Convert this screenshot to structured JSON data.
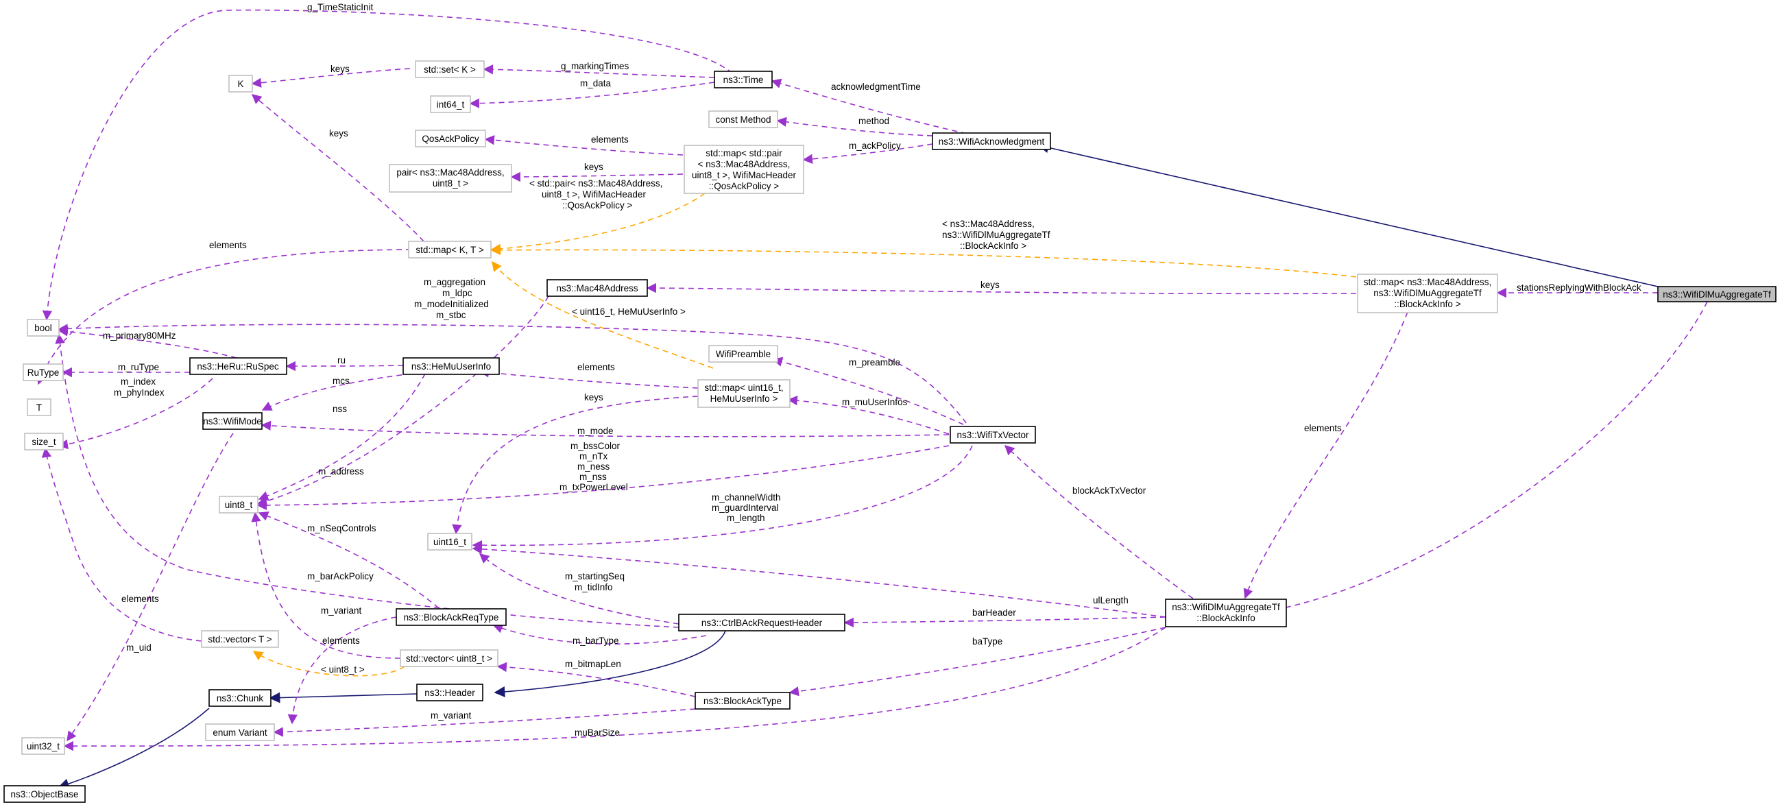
{
  "colors": {
    "usage_edge": "#9a32cd",
    "template_edge": "#ffa500",
    "inherit_edge": "#191970",
    "node_border": "#000000",
    "external_border": "#bfbfbf",
    "highlight_fill": "#bfbfbf"
  },
  "nodes": {
    "wifi_dl_mu_aggregate_tf": "ns3::WifiDlMuAggregateTf",
    "wifi_acknowledgment": "ns3::WifiAcknowledgment",
    "time": "ns3::Time",
    "set_k": "std::set< K >",
    "k": "K",
    "int64": "int64_t",
    "const_method": "const Method",
    "qos_ack_policy": "QosAckPolicy",
    "pair_mac48": [
      "pair< ns3::Mac48Address,",
      "uint8_t >"
    ],
    "map_pair": [
      "std::map< std::pair",
      "< ns3::Mac48Address,",
      "uint8_t >, WifiMacHeader",
      "::QosAckPolicy >"
    ],
    "map_kt": "std::map< K, T >",
    "mac48": "ns3::Mac48Address",
    "map_blockackinfo": [
      "std::map< ns3::Mac48Address,",
      "ns3::WifiDlMuAggregateTf",
      "::BlockAckInfo >"
    ],
    "bool": "bool",
    "rutype": "RuType",
    "t": "T",
    "size_t": "size_t",
    "ruspec": "ns3::HeRu::RuSpec",
    "hemuuserinfo": "ns3::HeMuUserInfo",
    "wifimode": "ns3::WifiMode",
    "wifipreamble": "WifiPreamble",
    "map_uint16": [
      "std::map< uint16_t,",
      "HeMuUserInfo >"
    ],
    "wifitxvector": "ns3::WifiTxVector",
    "uint8": "uint8_t",
    "uint16": "uint16_t",
    "blockackinfo": [
      "ns3::WifiDlMuAggregateTf",
      "::BlockAckInfo"
    ],
    "blockackreqtype": "ns3::BlockAckReqType",
    "ctrlbackrequestheader": "ns3::CtrlBAckRequestHeader",
    "vector_t": "std::vector< T >",
    "vector_uint8": "std::vector< uint8_t >",
    "chunk": "ns3::Chunk",
    "header": "ns3::Header",
    "blockacktype": "ns3::BlockAckType",
    "enum_variant": "enum Variant",
    "uint32": "uint32_t",
    "objectbase": "ns3::ObjectBase"
  },
  "edge_labels": {
    "g_timestaticinit": "g_TimeStaticInit",
    "keys_set": "keys",
    "g_markingtimes": "g_markingTimes",
    "m_data": "m_data",
    "acknowledgmenttime": "acknowledgmentTime",
    "method": "method",
    "m_ackpolicy": "m_ackPolicy",
    "elements_qos": "elements",
    "keys_pair": "keys",
    "tpl_pair": [
      "< std::pair< ns3::Mac48Address,",
      "uint8_t >, WifiMacHeader",
      "::QosAckPolicy >"
    ],
    "keys_k": "keys",
    "elements_t": "elements",
    "tpl_blockackinfo": [
      "< ns3::Mac48Address,",
      "ns3::WifiDlMuAggregateTf",
      "::BlockAckInfo >"
    ],
    "keys_mac": "keys",
    "stationsreplying": "stationsReplyingWithBlockAck",
    "bool_members": [
      "m_aggregation",
      "m_ldpc",
      "m_modeInitialized",
      "m_stbc"
    ],
    "tpl_uint16": "< uint16_t, HeMuUserInfo >",
    "m_primary80mhz": "m_primary80MHz",
    "m_rutype": "m_ruType",
    "ru": "ru",
    "m_index": [
      "m_index",
      "m_phyIndex"
    ],
    "mcs": "mcs",
    "nss": "nss",
    "elements_hemu": "elements",
    "keys_uint16": "keys",
    "m_preamble": "m_preamble",
    "m_muuserinfos": "m_muUserInfos",
    "elements_blockack": "elements",
    "m_mode": "m_mode",
    "txvector_uint8": [
      "m_bssColor",
      "m_nTx",
      "m_ness",
      "m_nss",
      "m_txPowerLevel"
    ],
    "m_address": "m_address",
    "txvector_uint16": [
      "m_channelWidth",
      "m_guardInterval",
      "m_length"
    ],
    "blockacktxvector": "blockAckTxVector",
    "m_nseqcontrols": "m_nSeqControls",
    "m_baracpolicy": "m_barAckPolicy",
    "starting_seq": [
      "m_startingSeq",
      "m_tidInfo"
    ],
    "ullength": "ulLength",
    "elements_vector_t": "elements",
    "m_variant_req": "m_variant",
    "barheader": "barHeader",
    "m_bartype": "m_barType",
    "elements_vec8": "elements",
    "tpl_uint8": "< uint8_t >",
    "m_bitmaplen": "m_bitmapLen",
    "batype": "baType",
    "m_uid": "m_uid",
    "m_variant_ba": "m_variant",
    "mubarsize": "muBarSize"
  }
}
